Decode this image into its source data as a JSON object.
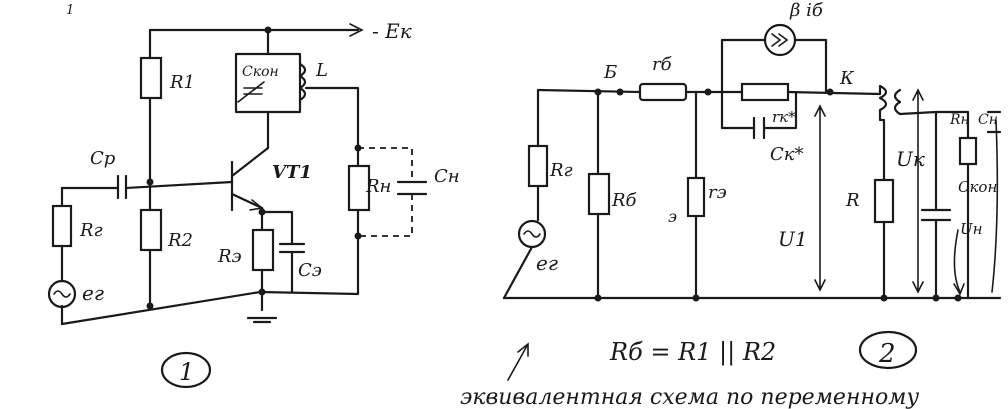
{
  "page_number": "1",
  "circuit1": {
    "supply": "- Eк",
    "r1": "R1",
    "r2": "R2",
    "re": "Rэ",
    "rg": "Rг",
    "rn": "Rн",
    "cp": "Cр",
    "ce": "Cэ",
    "cn": "Cн",
    "ckon": "Cкон",
    "inductor": "L",
    "transistor": "VT1",
    "source": "eг",
    "number": "1"
  },
  "circuit2": {
    "node_b": "Б",
    "node_k": "К",
    "node_e": "э",
    "rb_series": "rб",
    "re_small": "rэ",
    "rk_star": "rк*",
    "ck_star": "Cк*",
    "gen": "β iб",
    "rg": "Rг",
    "rb": "Rб",
    "u1": "U1",
    "uk": "Uк",
    "r": "R",
    "rn": "Rн",
    "cn": "Cн",
    "ckon": "Cкон",
    "un": "Uн",
    "source": "eг",
    "number": "2"
  },
  "formula": "Rб = R1 || R2",
  "caption": "эквивалентная схема по переменному"
}
